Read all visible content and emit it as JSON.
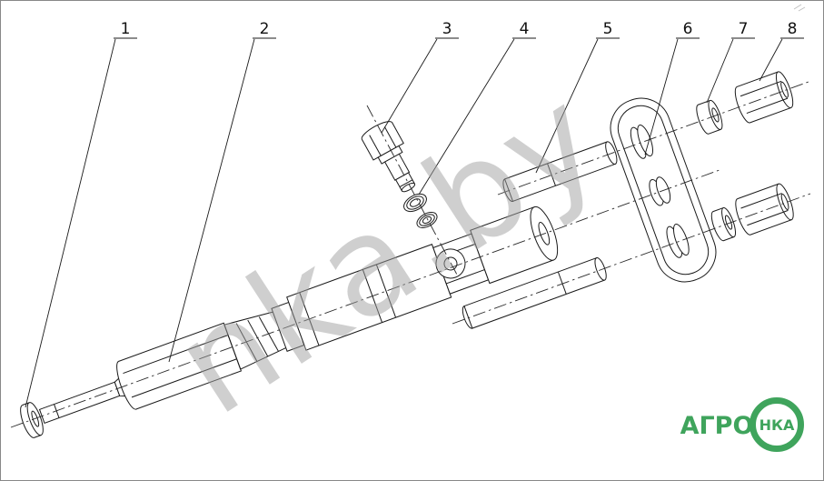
{
  "figure": {
    "type": "exploded-parts-diagram",
    "callouts": [
      "1",
      "2",
      "3",
      "4",
      "5",
      "6",
      "7",
      "8"
    ],
    "watermark": "nka.by",
    "logo": {
      "left": "АГРО",
      "circle": "НКА"
    }
  },
  "colors": {
    "line": "#1a1a1a",
    "centerline": "#2a2a2a",
    "watermark": "#a0a0a0",
    "logo_green": "#3fa45c"
  }
}
